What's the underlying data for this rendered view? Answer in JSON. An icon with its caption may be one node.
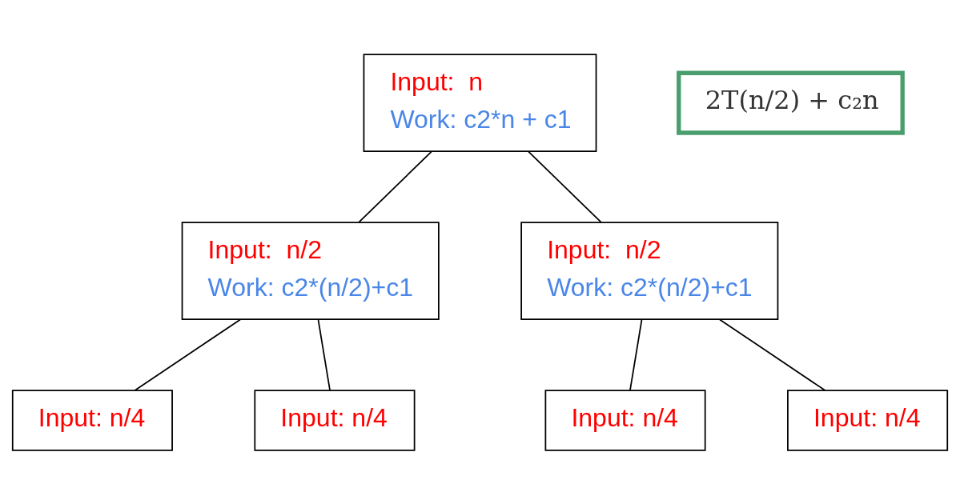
{
  "diagram": {
    "nodes": [
      {
        "text": [
          "Input:  n",
          "Work: c2*n + c1"
        ]
      },
      {
        "text": [
          "Input:  n/2",
          "Work: c2*(n/2)+c1"
        ]
      },
      {
        "text": [
          "Input:  n/2",
          "Work: c2*(n/2)+c1"
        ]
      },
      {
        "text": [
          "Input: n/4"
        ]
      },
      {
        "text": [
          "Input: n/4"
        ]
      },
      {
        "text": [
          "Input: n/4"
        ]
      },
      {
        "text": [
          "Input: n/4"
        ]
      },
      {
        "text": [
          "2T(n/2) + c₂n"
        ]
      }
    ],
    "edges": [
      {
        "from": 0,
        "to": 1,
        "arrow": "none"
      },
      {
        "from": 0,
        "to": 2,
        "arrow": "none"
      },
      {
        "from": 1,
        "to": 3,
        "arrow": "none"
      },
      {
        "from": 1,
        "to": 4,
        "arrow": "none"
      },
      {
        "from": 2,
        "to": 5,
        "arrow": "none"
      },
      {
        "from": 2,
        "to": 6,
        "arrow": "none"
      }
    ]
  }
}
